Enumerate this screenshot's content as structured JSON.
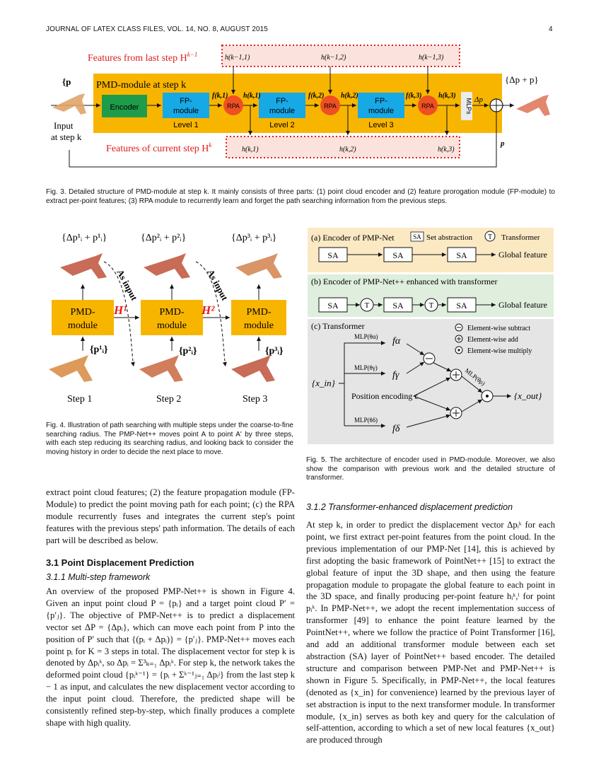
{
  "header": {
    "left": "JOURNAL OF LATEX CLASS FILES, VOL. 14, NO. 8, AUGUST 2015",
    "page_number": "4"
  },
  "fig3": {
    "features_last_label": "Features from last step H",
    "features_last_sup": "k−1",
    "features_current_label": "Features of current step H",
    "features_current_sup": "k",
    "module_label": "PMD-module at step k",
    "input_pk": "{p",
    "input_caption_line1": "Input",
    "input_caption_line2": "at step k",
    "output_label": "{Δp + p}",
    "encoder": "Encoder",
    "fp_module": [
      "FP-",
      "module"
    ],
    "rpa": "RPA",
    "mlps": "MLPs",
    "levels": [
      "Level 1",
      "Level 2",
      "Level 3"
    ],
    "h_prev": [
      "h(k−1,1)",
      "h(k−1,2)",
      "h(k−1,3)"
    ],
    "h_curr": [
      "h(k,1)",
      "h(k,2)",
      "h(k,3)"
    ],
    "f_feats": [
      "f(k,1)",
      "f(k,2)",
      "f(k,3)"
    ],
    "delta_p": "Δp",
    "p_right": "p",
    "caption": "Fig. 3. Detailed structure of PMD-module at step k. It mainly consists of three parts: (1) point cloud encoder and (2) feature prorogation module (FP-module) to extract per-point features; (3) RPA module to recurrently learn and forget the path searching information from the previous steps."
  },
  "fig4": {
    "top_labels": [
      "{Δp¹ᵢ + p¹ᵢ}",
      "{Δp²ᵢ + p²ᵢ}",
      "{Δp³ᵢ + p³ᵢ}"
    ],
    "module": [
      "PMD-",
      "module"
    ],
    "h_labels": [
      "H¹",
      "H²"
    ],
    "as_input": "As input",
    "inputs": [
      "{p¹ᵢ}",
      "{p²ᵢ}",
      "{p³ᵢ}"
    ],
    "steps": [
      "Step 1",
      "Step 2",
      "Step 3"
    ],
    "caption": "Fig. 4. Illustration of path searching with multiple steps under the coarse-to-fine searching radius. The PMP-Net++ moves point A to point A' by three steps, with each step reducing its searching radius, and looking back to consider the moving history in order to decide the next place to move."
  },
  "fig5": {
    "a_title": "(a) Encoder of PMP-Net",
    "sa_legend": "SA",
    "sa_legend_text": "Set abstraction",
    "t_legend": "T",
    "t_legend_text": "Transformer",
    "sa": "SA",
    "global_feature": "Global feature",
    "b_title": "(b) Encoder of PMP-Net++ enhanced with transformer",
    "c_title": "(c) Transformer",
    "legend_sub": "Element-wise subtract",
    "legend_add": "Element-wise add",
    "legend_mul": "Element-wise multiply",
    "x_in": "{x_in}",
    "x_out": "{x_out}",
    "mlp_alpha": "MLP(θα)",
    "mlp_gamma": "MLP(θγ)",
    "mlp_delta": "MLP(θδ)",
    "mlp_rho": "MLP(θρ)",
    "f_alpha": "fα",
    "f_gamma": "fγ",
    "f_delta": "fδ",
    "pos_enc": "Position encoding ϵ",
    "caption": "Fig. 5. The architecture of encoder used in PMD-module. Moreover, we also show the comparison with previous work and the detailed structure of transformer."
  },
  "left_col": {
    "para1": "extract point cloud features; (2) the feature propagation module (FP-Module) to predict the point moving path for each point; (c) the RPA module recurrently fuses and integrates the current step's point features with the previous steps' path information. The details of each part will be described as below.",
    "section": "3.1   Point Displacement Prediction",
    "subsection": "3.1.1   Multi-step framework",
    "para2": "An overview of the proposed PMP-Net++ is shown in Figure 4. Given an input point cloud P = {pᵢ} and a target point cloud P′ = {p′ⱼ}. The objective of PMP-Net++ is to predict a displacement vector set ΔP = {Δpᵢ}, which can move each point from P into the position of P′ such that {(pᵢ + Δpᵢ)} = {p′ⱼ}. PMP-Net++ moves each point pᵢ for K = 3 steps in total. The displacement vector for step k is denoted by Δpᵢᵏ, so Δpᵢ = Σ³ₖ₌₁ Δpᵢᵏ. For step k, the network takes the deformed point cloud {pᵢᵏ⁻¹} = {pᵢ + Σᵏ⁻¹ⱼ₌₁ Δpᵢʲ} from the last step k − 1 as input, and calculates the new displacement vector according to the input point cloud. Therefore, the predicted shape will be consistently refined step-by-step, which finally produces a complete shape with high quality."
  },
  "right_col": {
    "subsection": "3.1.2   Transformer-enhanced displacement prediction",
    "para": "At step k, in order to predict the displacement vector Δpᵢᵏ for each point, we first extract per-point features from the point cloud. In the previous implementation of our PMP-Net [14], this is achieved by first adopting the basic framework of PointNet++ [15] to extract the global feature of input the 3D shape, and then using the feature propagation module to propagate the global feature to each point in the 3D space, and finally producing per-point feature hᵢᵏ,ˡ for point pᵢᵏ. In PMP-Net++, we adopt the recent implementation success of transformer [49] to enhance the point feature learned by the PointNet++, where we follow the practice of Point Transformer [16], and add an additional transformer module between each set abstraction (SA) layer of PointNet++ based encoder. The detailed structure and comparison between PMP-Net and PMP-Net++ is shown in Figure 5. Specifically, in PMP-Net++, the local features (denoted as {x_in} for convenience) learned by the previous layer of set abstraction is input to the next transformer module. In transformer module, {x_in} serves as both key and query for the calculation of self-attention, according to which a set of new local features {x_out} are produced through"
  },
  "colors": {
    "orange": "#f8b500",
    "green": "#1e9c4a",
    "blue": "#17a8e6",
    "rpa": "#ef4f23",
    "red": "#e11c1c",
    "panel_a": "#fbe9c4",
    "panel_b": "#dfeedd",
    "panel_c": "#e5e5e5"
  }
}
